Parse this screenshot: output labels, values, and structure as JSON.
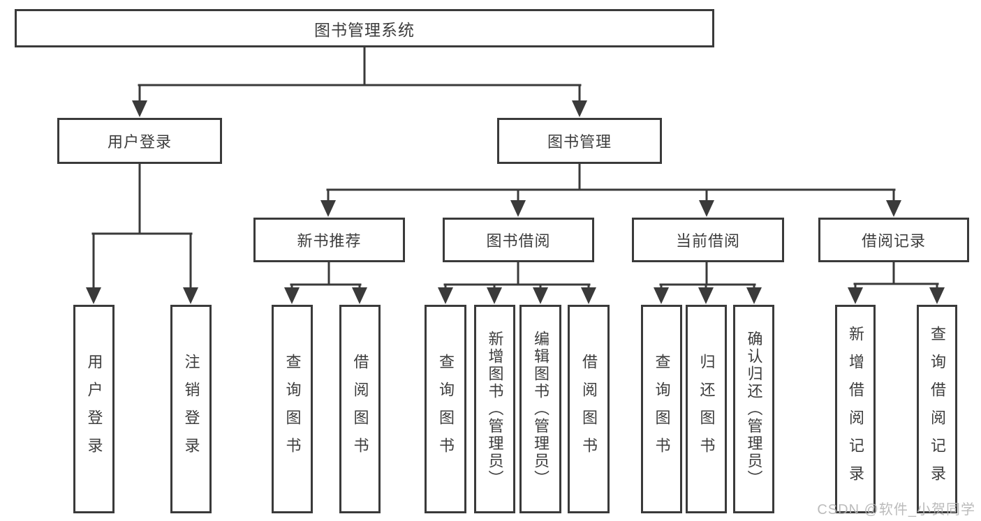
{
  "nodes": {
    "root": "图书管理系统",
    "l2": [
      "用户登录",
      "图书管理"
    ],
    "l3": [
      "新书推荐",
      "图书借阅",
      "当前借阅",
      "借阅记录"
    ],
    "l4": [
      "用户登录",
      "注销登录",
      "查询图书",
      "借阅图书",
      "查询图书",
      "新增图书（管理员）",
      "编辑图书（管理员）",
      "借阅图书",
      "查询图书",
      "归还图书",
      "确认归还（管理员）",
      "新增借阅记录",
      "查询借阅记录"
    ]
  },
  "watermark": "CSDN @软件_小贺同学",
  "colors": {
    "line": "#3a3a3a",
    "text": "#3d3d3d",
    "box_fill": "#ffffff",
    "background": "#ffffff",
    "watermark": "#b4b4b4"
  }
}
